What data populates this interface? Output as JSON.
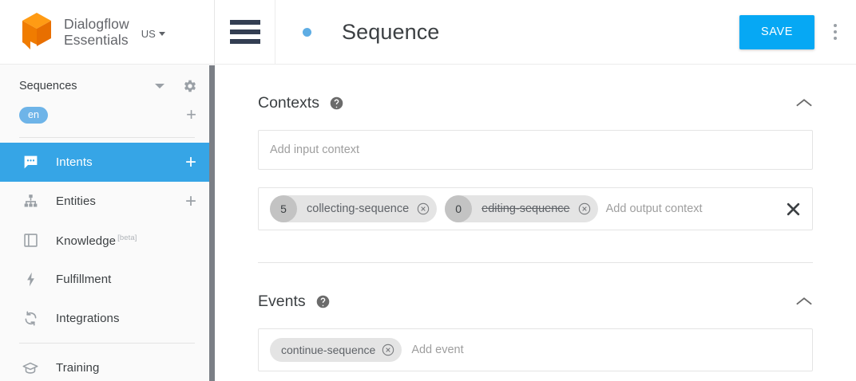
{
  "sidebar": {
    "brand": {
      "name": "Dialogflow\nEssentials",
      "logo_icon": "dialogflow-cube-logo",
      "region": "US"
    },
    "agent": {
      "name": "Sequences",
      "caret_icon": "caret-down-icon",
      "settings_icon": "gear-icon"
    },
    "language": {
      "code": "en",
      "add_icon": "plus-icon"
    },
    "items": [
      {
        "label": "Intents",
        "icon": "intents-chat-icon",
        "active": true,
        "add": "+"
      },
      {
        "label": "Entities",
        "icon": "entities-hierarchy-icon",
        "active": false,
        "add": "+"
      },
      {
        "label": "Knowledge",
        "icon": "knowledge-book-icon",
        "active": false,
        "badge": "[beta]"
      },
      {
        "label": "Fulfillment",
        "icon": "fulfillment-bolt-icon",
        "active": false
      },
      {
        "label": "Integrations",
        "icon": "integrations-refresh-icon",
        "active": false
      },
      {
        "label": "Training",
        "icon": "training-cap-icon",
        "active": false
      }
    ]
  },
  "header": {
    "menu_icon": "hamburger-menu-icon",
    "status_dot": "blue-status-dot",
    "title": "Sequence",
    "save_label": "SAVE",
    "more_icon": "kebab-menu-icon"
  },
  "contexts": {
    "title": "Contexts",
    "help_icon": "help-circle-icon",
    "collapse_icon": "chevron-up-icon",
    "input_placeholder": "Add input context",
    "output_placeholder": "Add output context",
    "clear_icon": "close-x-icon",
    "output_chips": [
      {
        "count": "5",
        "label": "collecting-sequence",
        "struck": false,
        "remove_icon": "chip-remove-icon"
      },
      {
        "count": "0",
        "label": "editing-sequence",
        "struck": true,
        "remove_icon": "chip-remove-icon"
      }
    ]
  },
  "events": {
    "title": "Events",
    "help_icon": "help-circle-icon",
    "collapse_icon": "chevron-up-icon",
    "placeholder": "Add event",
    "chips": [
      {
        "label": "continue-sequence",
        "remove_icon": "chip-remove-icon"
      }
    ]
  },
  "colors": {
    "accent_blue": "#36a5e6",
    "save_blue": "#06a8f4",
    "lang_pill_blue": "#6eb4e8",
    "logo_orange": "#f57c00",
    "logo_orange_light": "#ff9800",
    "text_dark": "#3c4043"
  }
}
